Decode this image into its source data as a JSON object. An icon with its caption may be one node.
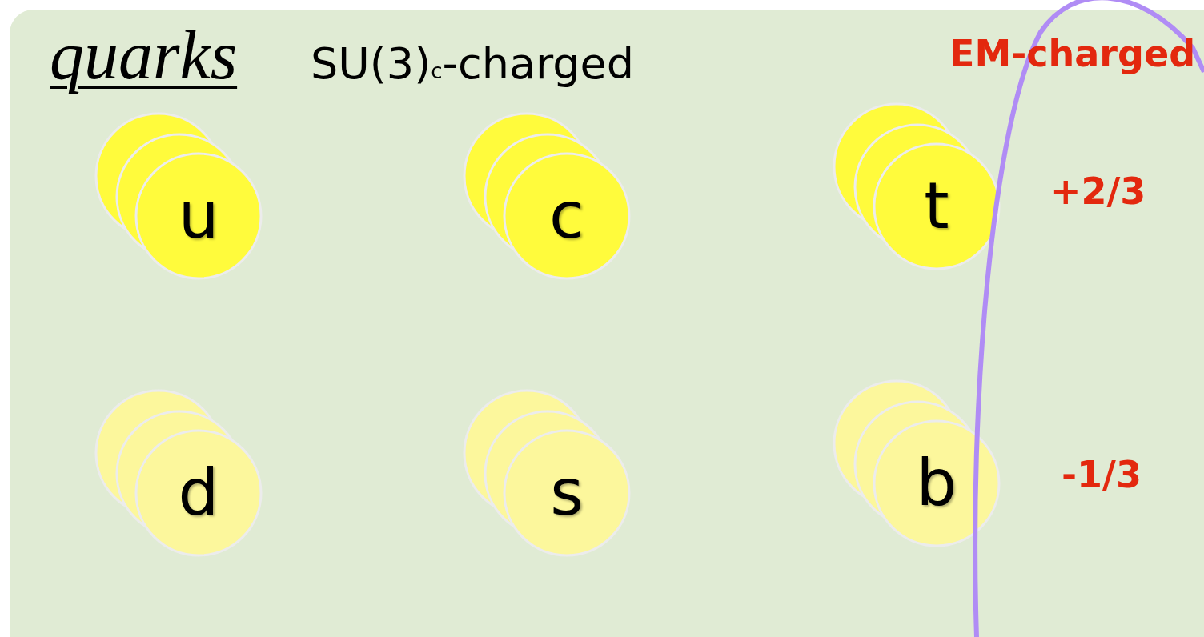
{
  "diagram": {
    "nodes": [
      {
        "text": [
          "quarks",
          "SU(3)$_{c}$-charged"
        ]
      },
      {
        "text": [
          "u"
        ],
        "in": 0
      },
      {
        "text": [
          "c"
        ],
        "in": 0
      },
      {
        "text": [
          "t"
        ],
        "in": 0
      },
      {
        "text": [
          "d"
        ],
        "in": 0
      },
      {
        "text": [
          "s"
        ],
        "in": 0
      },
      {
        "text": [
          "b"
        ],
        "in": 0
      }
    ],
    "labels": [
      "EM-charged",
      "+2/3",
      "-1/3"
    ]
  }
}
